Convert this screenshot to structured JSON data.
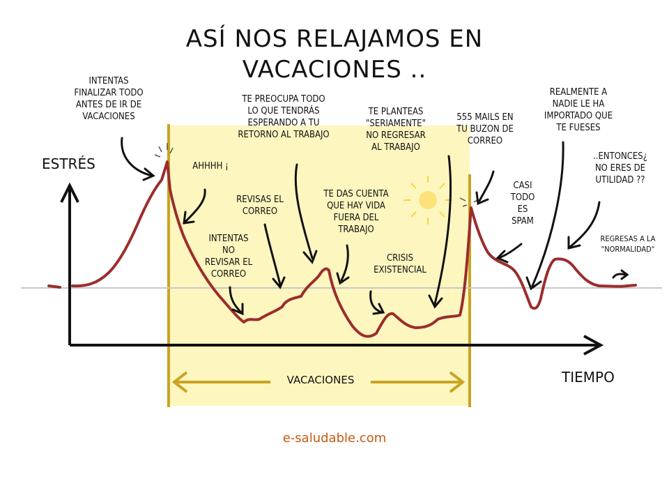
{
  "title_line1": "ASÍ NOS RELAJAMOS EN",
  "title_line2": "VACACIONES ..",
  "y_axis_label": "ESTRÉS",
  "x_axis_label": "TIEMPO",
  "vacation_label": "VACACIONES",
  "footer": "e-saludable.com",
  "annotations": {
    "finalize": [
      "INTENTAS",
      "FINALIZAR TODO",
      "ANTES DE IR DE",
      "VACACIONES"
    ],
    "ahhhh": [
      "AHHHH ¡"
    ],
    "worry": [
      "TE PREOCUPA TODO",
      "LO QUE TENDRÁS",
      "ESPERANDO A TU",
      "RETORNO AL TRABAJO"
    ],
    "seriously": [
      "TE PLANTEAS",
      "\"SERIAMENTE\"",
      "NO REGRESAR",
      "AL TRABAJO"
    ],
    "mails": [
      "555 MAILS EN",
      "TU BUZON DE",
      "CORREO"
    ],
    "nobody": [
      "REALMENTE A",
      "NADIE LE HA",
      "IMPORTADO QUE",
      "TE FUESES"
    ],
    "useless": [
      "..ENTONCES¿",
      "NO ERES DE",
      "UTILIDAD ??"
    ],
    "spam": [
      "CASI",
      "TODO",
      "ES",
      "SPAM"
    ],
    "check_mail": [
      "REVISAS EL",
      "CORREO"
    ],
    "try_not": [
      "INTENTAS",
      "NO",
      "REVISAR EL",
      "CORREO"
    ],
    "life": [
      "TE DAS CUENTA",
      "QUE HAY VIDA",
      "FUERA DEL",
      "TRABAJO"
    ],
    "crisis": [
      "CRISIS",
      "EXISTENCIAL"
    ],
    "normal": [
      "REGRESAS A LA",
      "\"NORMALIDAD\""
    ]
  },
  "colors": {
    "curve": "#9b2d2d",
    "vacation_band": "#fdf6bf",
    "vacation_lines": "#c9a423",
    "footer": "#c55a11"
  }
}
